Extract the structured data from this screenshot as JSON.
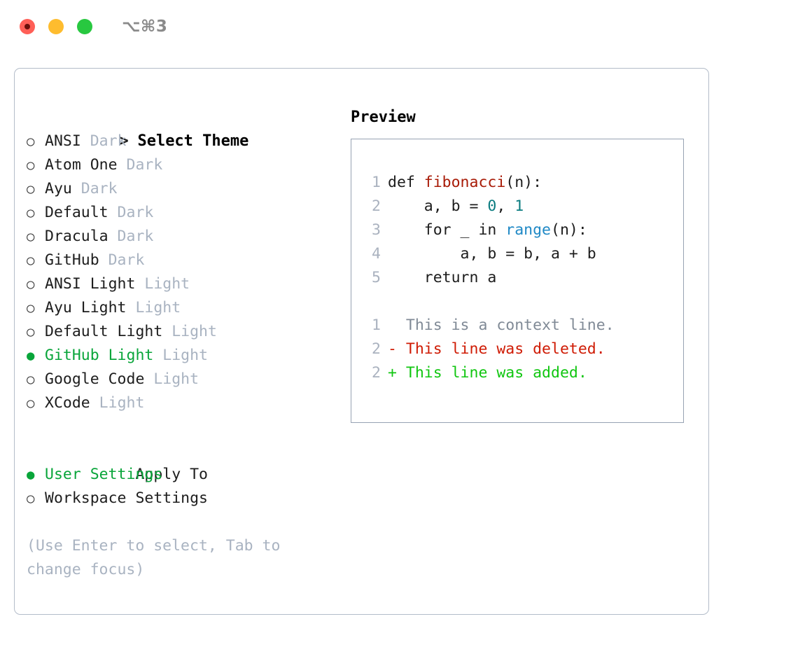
{
  "window": {
    "shortcut_label": "⌥⌘3",
    "traffic_lights": [
      "close-red",
      "minimize-yellow",
      "maximize-green"
    ]
  },
  "colors": {
    "accent_green": "#09a53a",
    "muted": "#a9b3c1",
    "border": "#b3bcc9",
    "preview_border": "#97a2b3",
    "code_function": "#a81b07",
    "code_number": "#0b7c80",
    "code_call": "#2089c6",
    "diff_delete": "#cf1b04",
    "diff_add": "#10c610",
    "diff_context": "#808a96"
  },
  "theme_picker": {
    "header_marker": ">",
    "header_label": "Select Theme",
    "marker_selected": "●",
    "marker_unselected": "○",
    "items": [
      {
        "name": "ANSI",
        "tag": "Dark",
        "selected": false
      },
      {
        "name": "Atom One",
        "tag": "Dark",
        "selected": false
      },
      {
        "name": "Ayu",
        "tag": "Dark",
        "selected": false
      },
      {
        "name": "Default",
        "tag": "Dark",
        "selected": false
      },
      {
        "name": "Dracula",
        "tag": "Dark",
        "selected": false
      },
      {
        "name": "GitHub",
        "tag": "Dark",
        "selected": false
      },
      {
        "name": "ANSI Light",
        "tag": "Light",
        "selected": false
      },
      {
        "name": "Ayu Light",
        "tag": "Light",
        "selected": false
      },
      {
        "name": "Default Light",
        "tag": "Light",
        "selected": false
      },
      {
        "name": "GitHub Light",
        "tag": "Light",
        "selected": true
      },
      {
        "name": "Google Code",
        "tag": "Light",
        "selected": false
      },
      {
        "name": "XCode",
        "tag": "Light",
        "selected": false
      }
    ]
  },
  "apply_to": {
    "header_label": "Apply To",
    "items": [
      {
        "name": "User Settings",
        "selected": true
      },
      {
        "name": "Workspace Settings",
        "selected": false
      }
    ]
  },
  "hint": "(Use Enter to select, Tab to change focus)",
  "preview": {
    "title": "Preview",
    "code_lines": [
      {
        "n": "1",
        "tokens": [
          {
            "t": "def ",
            "c": "kw"
          },
          {
            "t": "fibonacci",
            "c": "fn"
          },
          {
            "t": "(n):",
            "c": "kw"
          }
        ]
      },
      {
        "n": "2",
        "tokens": [
          {
            "t": "    a, b = ",
            "c": "kw"
          },
          {
            "t": "0",
            "c": "num"
          },
          {
            "t": ", ",
            "c": "kw"
          },
          {
            "t": "1",
            "c": "num"
          }
        ]
      },
      {
        "n": "3",
        "tokens": [
          {
            "t": "    for _ in ",
            "c": "kw"
          },
          {
            "t": "range",
            "c": "call"
          },
          {
            "t": "(n):",
            "c": "kw"
          }
        ]
      },
      {
        "n": "4",
        "tokens": [
          {
            "t": "        a, b = b, a + b",
            "c": "kw"
          }
        ]
      },
      {
        "n": "5",
        "tokens": [
          {
            "t": "    return a",
            "c": "kw"
          }
        ]
      }
    ],
    "diff_lines": [
      {
        "n": "1",
        "prefix": "  ",
        "text": "This is a context line.",
        "kind": "diff-ctx"
      },
      {
        "n": "2",
        "prefix": "- ",
        "text": "This line was deleted.",
        "kind": "diff-del"
      },
      {
        "n": "2",
        "prefix": "+ ",
        "text": "This line was added.",
        "kind": "diff-add"
      }
    ]
  }
}
